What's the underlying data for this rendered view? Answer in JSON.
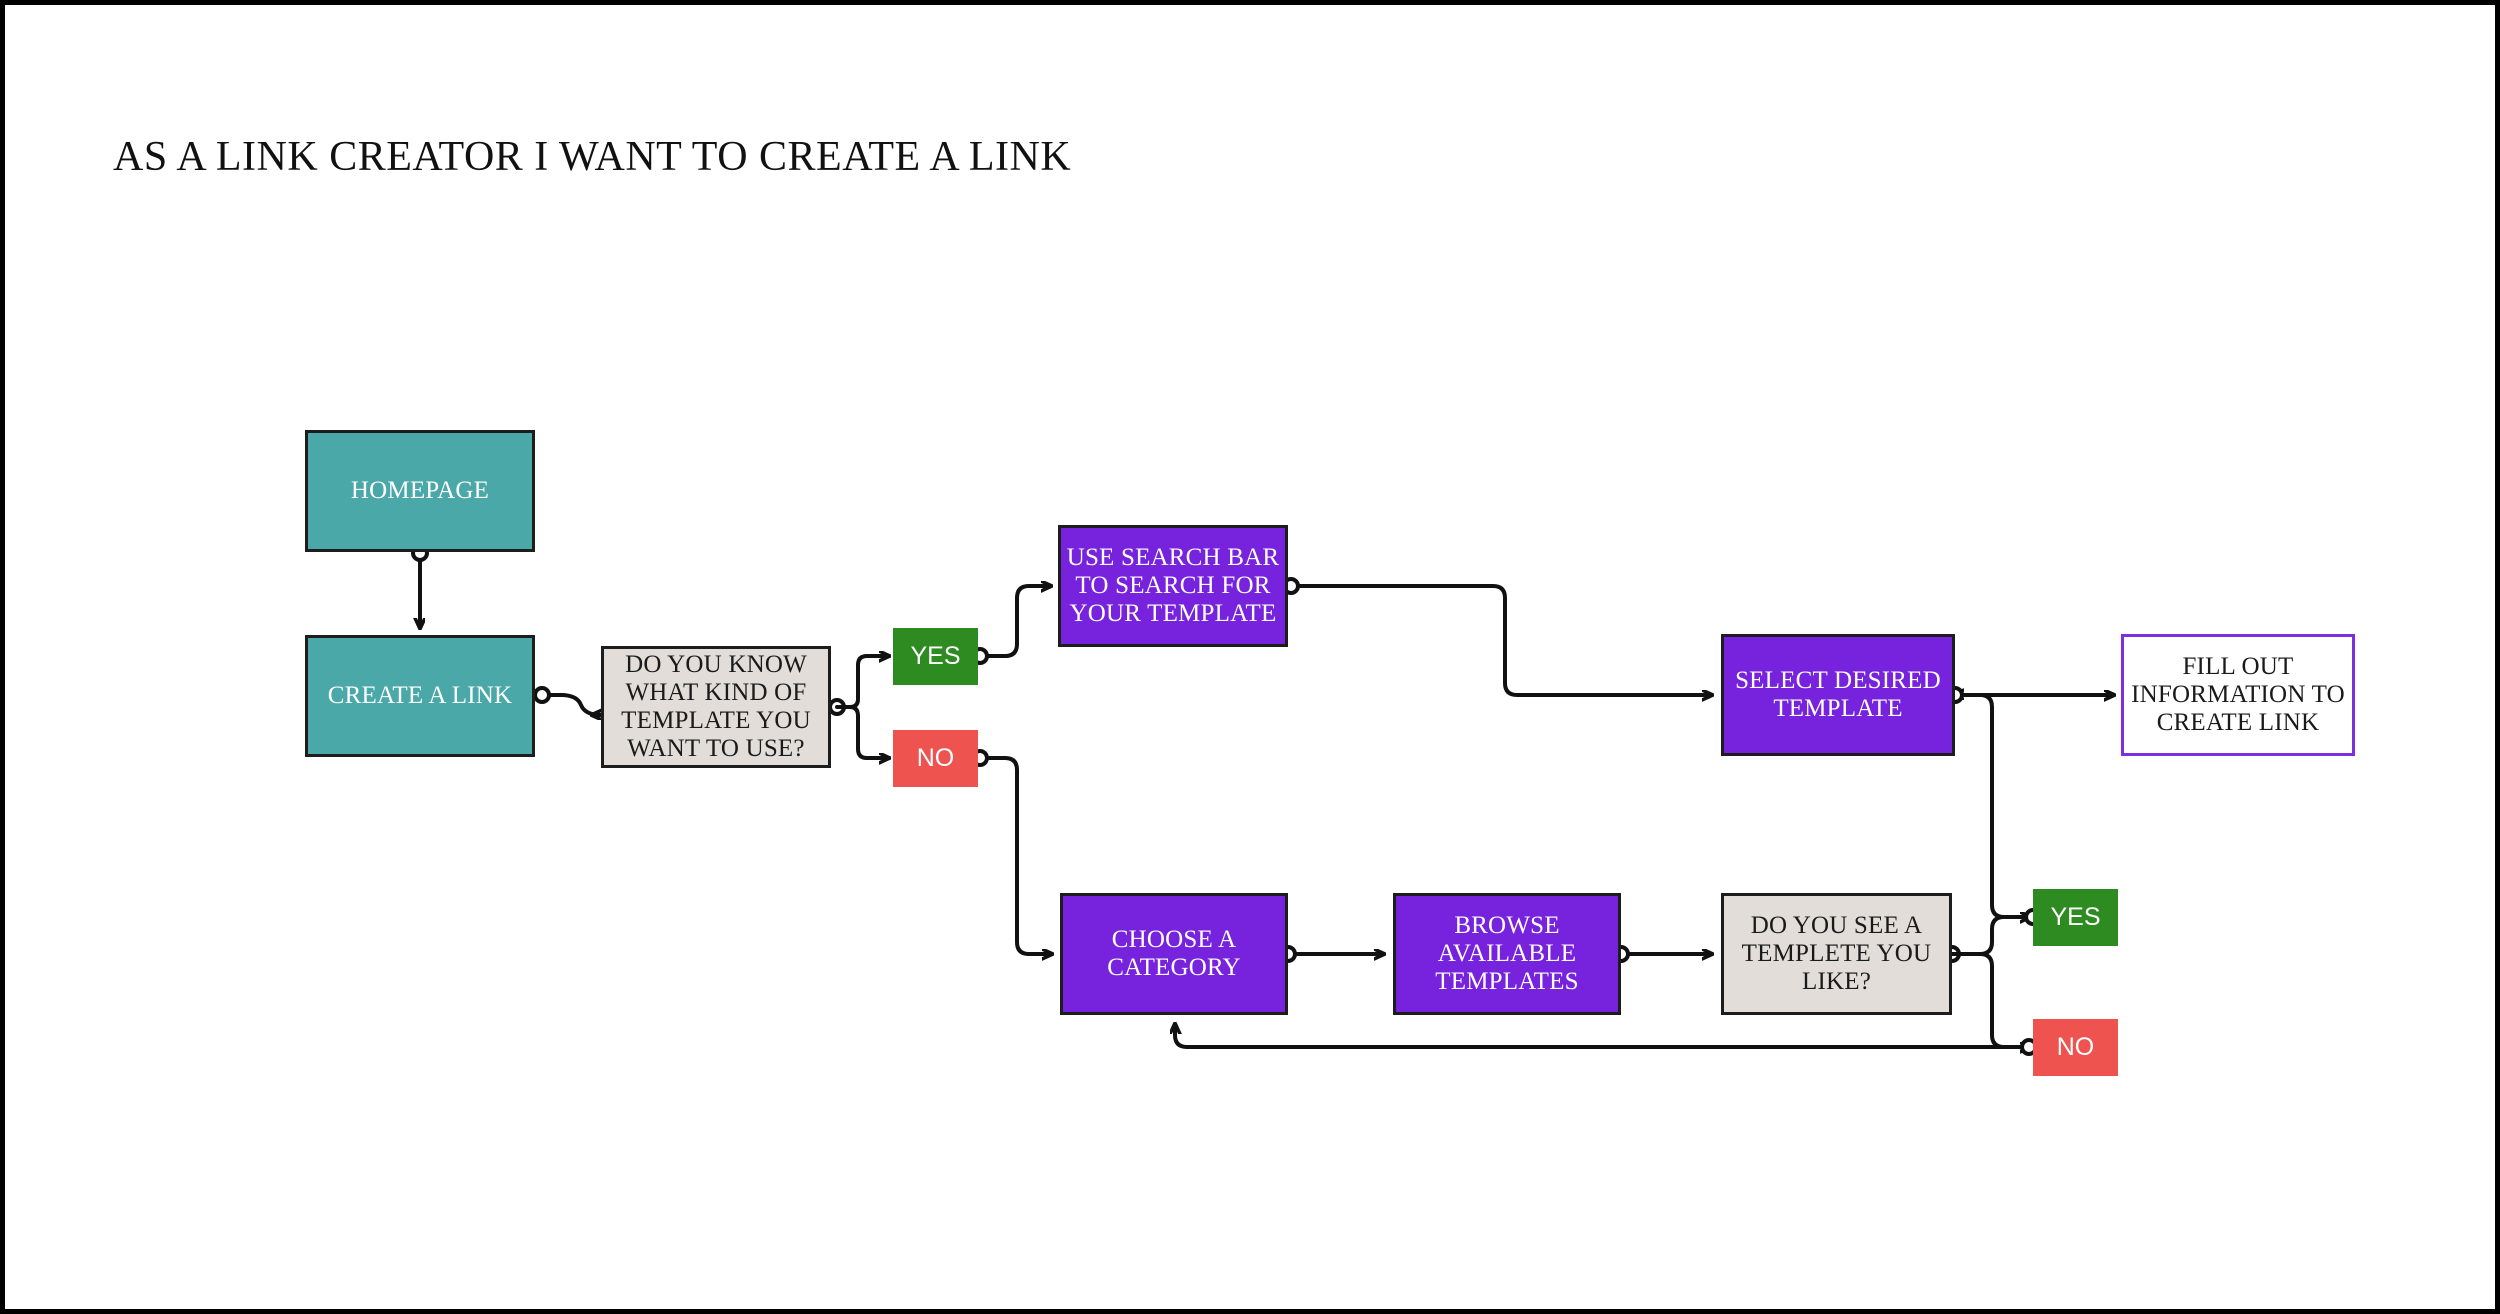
{
  "page": {
    "title": "AS A LINK CREATOR I WANT TO CREATE A LINK",
    "background_color": "#FFFFFF",
    "frame_color": "#000000"
  },
  "colors": {
    "teal": "#4BA8A8",
    "decision_gray": "#E2DDD8",
    "purple": "#7722DD",
    "outline_purple": "#7B2FE0",
    "yes_green": "#2E8B22",
    "no_red": "#EF5350",
    "edge": "#111111"
  },
  "chart_data": {
    "type": "diagram",
    "title": "AS A LINK CREATOR I WANT TO CREATE A LINK",
    "nodes": [
      {
        "id": "homepage",
        "label": "HOMEPAGE",
        "kind": "teal"
      },
      {
        "id": "create",
        "label": "CREATE A LINK",
        "kind": "teal"
      },
      {
        "id": "decision1",
        "label": "DO YOU KNOW WHAT KIND OF TEMPLATE YOU WANT TO USE?",
        "kind": "decision"
      },
      {
        "id": "yes1",
        "label": "YES",
        "kind": "yes"
      },
      {
        "id": "no1",
        "label": "NO",
        "kind": "no"
      },
      {
        "id": "search",
        "label": "USE SEARCH BAR TO SEARCH FOR YOUR TEMPLATE",
        "kind": "purple"
      },
      {
        "id": "category",
        "label": "CHOOSE A CATEGORY",
        "kind": "purple"
      },
      {
        "id": "browse",
        "label": "BROWSE AVAILABLE TEMPLATES",
        "kind": "purple"
      },
      {
        "id": "decision2",
        "label": "DO YOU SEE A TEMPLETE YOU LIKE?",
        "kind": "decision"
      },
      {
        "id": "yes2",
        "label": "YES",
        "kind": "yes"
      },
      {
        "id": "no2",
        "label": "NO",
        "kind": "no"
      },
      {
        "id": "select",
        "label": "SELECT DESIRED TEMPLATE",
        "kind": "purple"
      },
      {
        "id": "fillout",
        "label": "FILL OUT INFORMATION TO CREATE LINK",
        "kind": "outline"
      }
    ],
    "edges": [
      {
        "from": "homepage",
        "to": "create"
      },
      {
        "from": "create",
        "to": "decision1"
      },
      {
        "from": "decision1",
        "to": "yes1"
      },
      {
        "from": "decision1",
        "to": "no1"
      },
      {
        "from": "yes1",
        "to": "search"
      },
      {
        "from": "no1",
        "to": "category"
      },
      {
        "from": "search",
        "to": "select"
      },
      {
        "from": "category",
        "to": "browse"
      },
      {
        "from": "browse",
        "to": "decision2"
      },
      {
        "from": "decision2",
        "to": "yes2"
      },
      {
        "from": "decision2",
        "to": "no2"
      },
      {
        "from": "yes2",
        "to": "select"
      },
      {
        "from": "no2",
        "to": "category"
      },
      {
        "from": "select",
        "to": "fillout"
      }
    ]
  },
  "nodes": {
    "homepage": {
      "label": "HOMEPAGE"
    },
    "create": {
      "label": "CREATE A LINK"
    },
    "decision1": {
      "label": "DO YOU KNOW WHAT KIND OF TEMPLATE YOU WANT TO USE?"
    },
    "yes1": {
      "label": "YES"
    },
    "no1": {
      "label": "NO"
    },
    "search": {
      "label": "USE SEARCH BAR TO SEARCH FOR YOUR TEMPLATE"
    },
    "category": {
      "label": "CHOOSE A CATEGORY"
    },
    "browse": {
      "label": "BROWSE AVAILABLE TEMPLATES"
    },
    "decision2": {
      "label": "DO YOU SEE A TEMPLETE YOU LIKE?"
    },
    "yes2": {
      "label": "YES"
    },
    "no2": {
      "label": "NO"
    },
    "select": {
      "label": "SELECT DESIRED TEMPLATE"
    },
    "fillout": {
      "label": "FILL OUT INFORMATION TO CREATE LINK"
    }
  }
}
